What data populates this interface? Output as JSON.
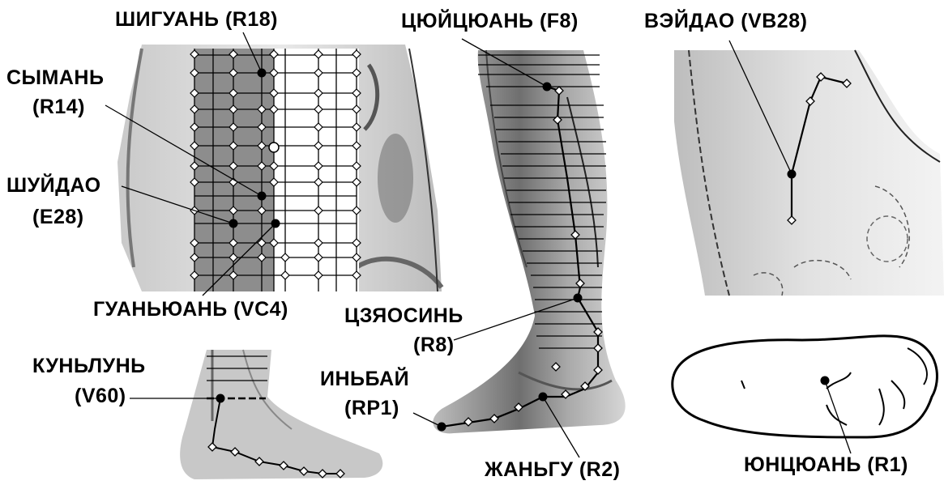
{
  "labels": {
    "shiguan": "ШИГУАНЬ (R18)",
    "tsyuytsyuan": "ЦЮЙЦЮАНЬ (F8)",
    "veydao": "ВЭЙДАО (VB28)",
    "syman": "СЫМАНЬ",
    "syman_code": "(R14)",
    "shuydao": "ШУЙДАО",
    "shuydao_code": "(E28)",
    "guanyuan": "ГУАНЬЮАНЬ (VC4)",
    "tszyaosin": "ЦЗЯОСИНЬ",
    "tszyaosin_code": "(R8)",
    "kunlun": "КУНЬЛУНЬ",
    "kunlun_code": "(V60)",
    "inbay": "ИНЬБАЙ",
    "inbay_code": "(RP1)",
    "zhangu": "ЖАНЬГУ (R2)",
    "yuntsyuan": "ЮНЦЮАНЬ (R1)"
  },
  "colors": {
    "ink": "#000000",
    "skin": "#d4d4d4",
    "shade": "#8a8a8a",
    "background": "#ffffff"
  }
}
